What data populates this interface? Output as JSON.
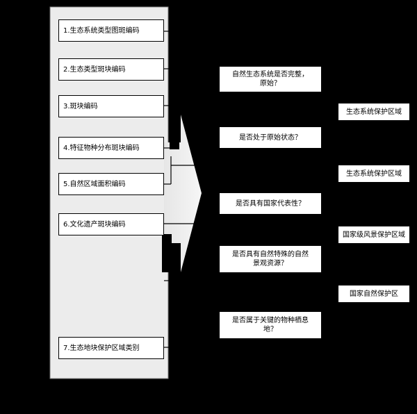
{
  "left_panel": {
    "steps": [
      "1.生态系统类型图斑编码",
      "2.生态类型斑块编码",
      "3.斑块编码",
      "4.特征物种分布斑块编码",
      "5.自然区域面积编码",
      "6.文化遗产斑块编码",
      "7.生态地块保护区域类别"
    ]
  },
  "questions": [
    "自然生态系统是否完整，\n原始？",
    "是否处于原始状态？",
    "是否具有国家代表性？",
    "是否具有自然特殊的自然\n景观资源？",
    "是否属于关键的物种栖息\n地？"
  ],
  "results": [
    "生态系统保护区域",
    "生态系统保护区域",
    "国家级风景保护区域",
    "国家自然保护区"
  ]
}
